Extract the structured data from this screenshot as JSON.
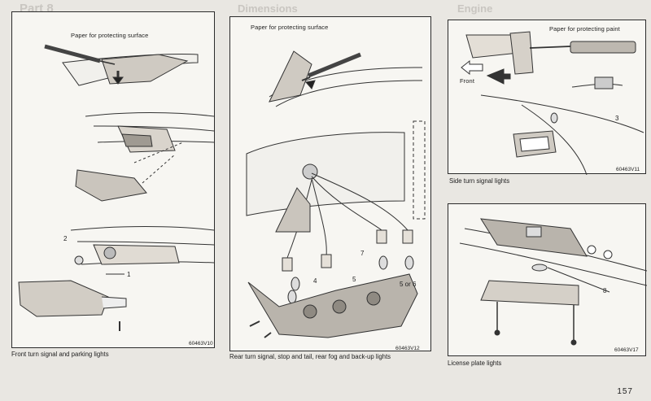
{
  "page_number": "157",
  "panels": {
    "front": {
      "code": "60463V10",
      "caption": "Front turn signal and parking lights",
      "callout": "Paper for protecting surface",
      "numbers": [
        "2",
        "1"
      ]
    },
    "rear": {
      "code": "60463V12",
      "caption": "Rear turn signal, stop and tail, rear fog and back-up lights",
      "callout": "Paper for protecting surface",
      "numbers": [
        "7",
        "4",
        "5",
        "5 or 6"
      ]
    },
    "side": {
      "code": "60463V11",
      "caption": "Side turn signal lights",
      "callout": "Paper for protecting paint",
      "front_label": "Front",
      "numbers": [
        "3"
      ]
    },
    "license": {
      "code": "60463V17",
      "caption": "License plate lights",
      "numbers": [
        "8"
      ]
    }
  }
}
